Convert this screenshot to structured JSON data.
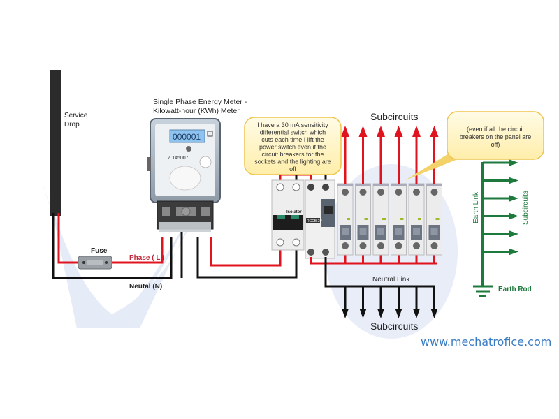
{
  "diagram": {
    "service_drop": [
      "Service",
      "Drop"
    ],
    "meter_title": [
      "Single Phase Energy Meter -",
      "Kilowatt-hour (KWh) Meter"
    ],
    "meter_display": "000001",
    "meter_serial": "Z 145007",
    "fuse_label": "Fuse",
    "phase_label": "Phase ( L )",
    "neutral_label": "Neutal (N)",
    "isolator_label": "Isolator",
    "rccb_label": "RCCB 2P",
    "subcircuits_top": "Subcircuits",
    "subcircuits_bottom": "Subcircuits",
    "neutral_link": "Neutral Link",
    "earth_link": "Earth Link",
    "earth_subcircuits": "Subcircuits",
    "earth_rod": "Earth Rod",
    "callout_left": [
      "I have a 30 mA sensitivity",
      "differential switch which",
      "cuts each time I lift the",
      "power switch even if the",
      "circuit breakers for the",
      "sockets and the lighting are",
      "off"
    ],
    "callout_right": [
      "(even if all the circuit",
      "breakers on the panel are",
      "off)"
    ],
    "website": "www.mechatrofice.com",
    "breaker_count": 6,
    "neutral_outputs": 6,
    "earth_outputs": 6,
    "colors": {
      "phase": "#e0141e",
      "neutral": "#111111",
      "earth": "#1e7a3c",
      "callout_fill": "#fff6c8",
      "callout_border": "#f0c44a",
      "watermark": "#dfe6f5",
      "website": "#3a7cc4"
    }
  }
}
